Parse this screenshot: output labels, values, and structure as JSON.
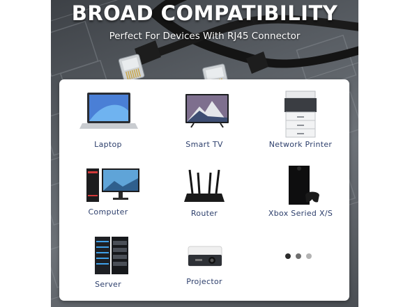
{
  "headline": "BROAD COMPATIBILITY",
  "subline": "Perfect For Devices With RJ45 Connector",
  "devices": [
    {
      "label": "Laptop",
      "icon": "laptop-icon"
    },
    {
      "label": "Smart TV",
      "icon": "smart-tv-icon"
    },
    {
      "label": "Network Printer",
      "icon": "network-printer-icon"
    },
    {
      "label": "Computer",
      "icon": "computer-icon"
    },
    {
      "label": "Router",
      "icon": "router-icon"
    },
    {
      "label": "Xbox Seried X/S",
      "icon": "xbox-console-icon"
    },
    {
      "label": "Server",
      "icon": "server-rack-icon"
    },
    {
      "label": "Projector",
      "icon": "projector-icon"
    }
  ],
  "dot_colors": [
    "#2b2b2b",
    "#6e6e6e",
    "#b3b3b3"
  ],
  "colors": {
    "label": "#2c3e6b",
    "background": "#50555b"
  }
}
